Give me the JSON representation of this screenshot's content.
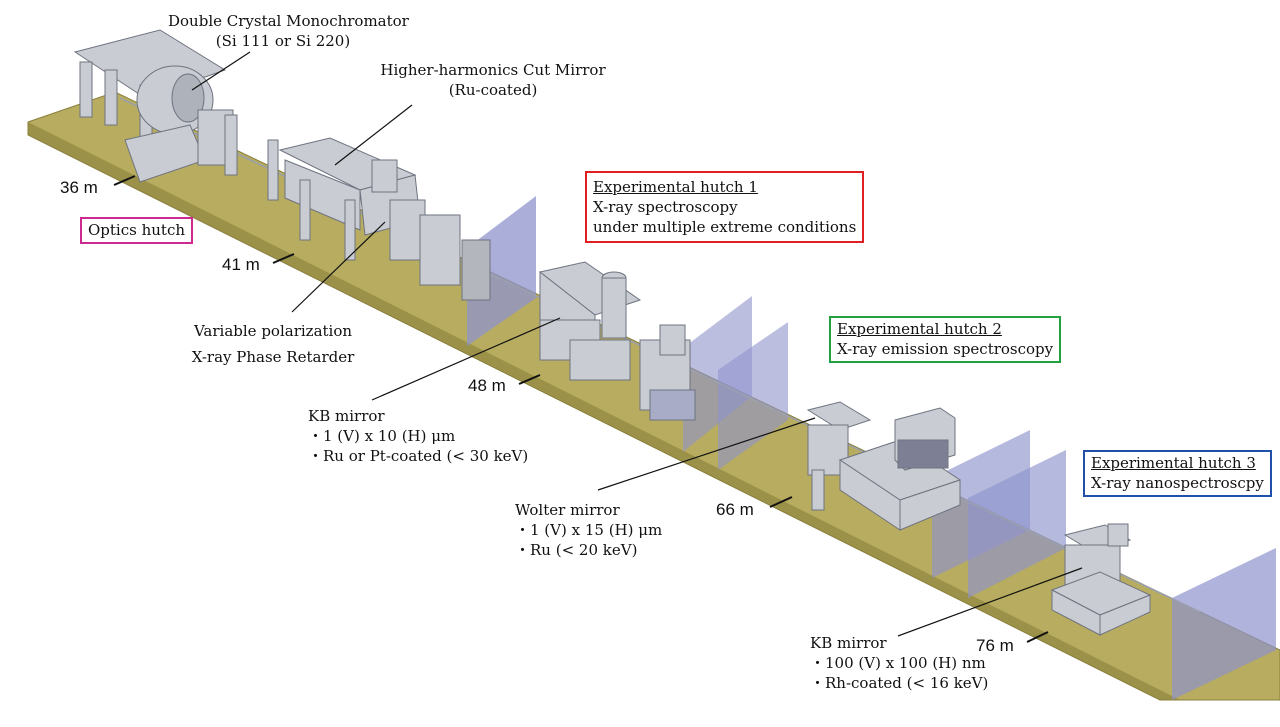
{
  "colors": {
    "floor": "#b7ac5f",
    "floor_edge": "#8a7f3a",
    "wall": "#8f93cc",
    "equipment": "#c9ccd2",
    "optics_hutch": "#cc2a8f",
    "hutch1": "#e02020",
    "hutch2": "#23a040",
    "hutch3": "#2050a8"
  },
  "labels": {
    "dcm": [
      "Double Crystal Monochromator",
      "(Si 111 or Si 220)"
    ],
    "hhcm": [
      "Higher-harmonics Cut Mirror",
      "(Ru-coated)"
    ],
    "vpr": [
      "Variable polarization",
      "X-ray Phase Retarder"
    ],
    "kb1": [
      "KB mirror",
      "・1 (V) x 10 (H) μm",
      "・Ru or Pt-coated (< 30 keV)"
    ],
    "wolter": [
      "Wolter mirror",
      "・1 (V) x 15 (H) μm",
      "・Ru (< 20 keV)"
    ],
    "kb2": [
      "KB mirror",
      "・100 (V) x 100 (H) nm",
      "・Rh-coated (< 16 keV)"
    ]
  },
  "hutches": {
    "optics": {
      "title": "Optics hutch"
    },
    "h1": {
      "title": "Experimental hutch 1",
      "lines": [
        "X-ray spectroscopy",
        "under multiple extreme conditions"
      ]
    },
    "h2": {
      "title": "Experimental hutch 2",
      "lines": [
        "X-ray emission spectroscopy"
      ]
    },
    "h3": {
      "title": "Experimental hutch 3",
      "lines": [
        "X-ray nanospectroscpy"
      ]
    }
  },
  "distances": [
    "36 m",
    "41 m",
    "48 m",
    "66 m",
    "76 m"
  ]
}
